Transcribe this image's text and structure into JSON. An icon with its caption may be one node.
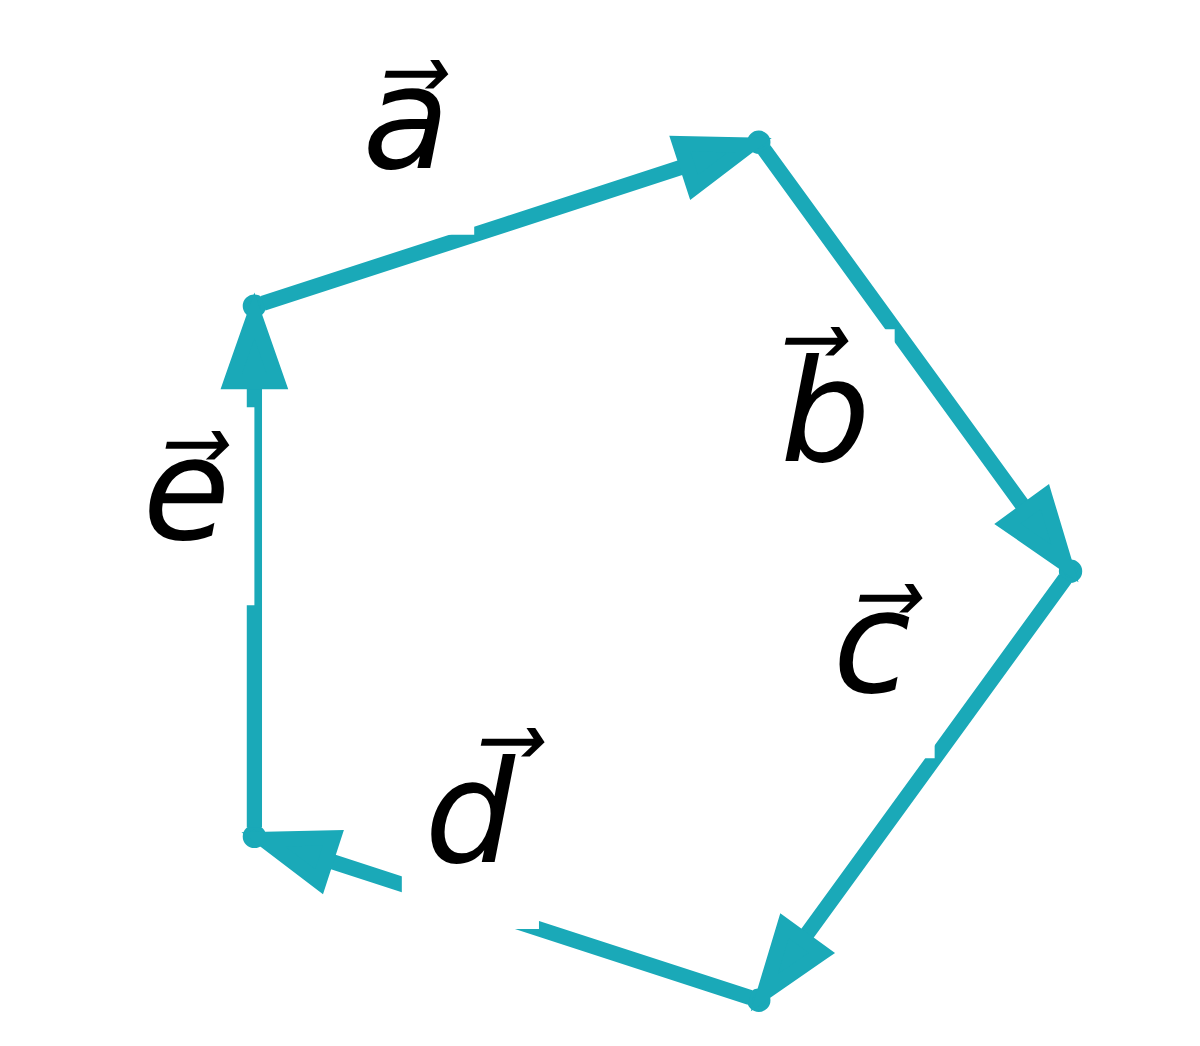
{
  "diagram": {
    "nodes": [
      {
        "text": [],
        "shape": "point"
      },
      {
        "text": [],
        "shape": "point"
      },
      {
        "text": [],
        "shape": "point"
      },
      {
        "text": [],
        "shape": "point"
      },
      {
        "text": [],
        "shape": "point"
      }
    ],
    "edges": [
      {
        "from": 3,
        "to": 2,
        "arrow": "to",
        "label": "a⃗"
      },
      {
        "from": 2,
        "to": 1,
        "arrow": "to",
        "label": "b⃗"
      },
      {
        "from": 1,
        "to": 0,
        "arrow": "to",
        "label": "c⃗"
      },
      {
        "from": 0,
        "to": 4,
        "arrow": "to",
        "label": "d⃗"
      },
      {
        "from": 4,
        "to": 3,
        "arrow": "to",
        "label": "e⃗"
      }
    ]
  }
}
